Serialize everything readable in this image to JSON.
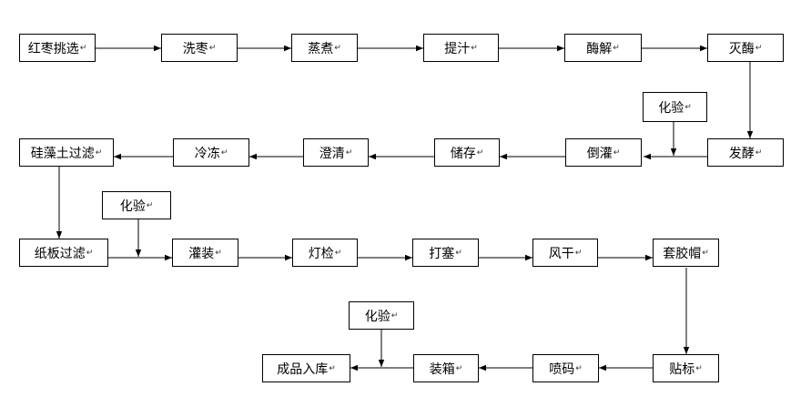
{
  "nodes": {
    "jujube_selection": "红枣挑选",
    "wash": "洗枣",
    "steam": "蒸煮",
    "extract": "提汁",
    "enzymolysis": "酶解",
    "enzyme_kill": "灭酶",
    "test_1": "化验",
    "ferment": "发酵",
    "decant": "倒灌",
    "store": "储存",
    "clarify": "澄清",
    "freeze": "冷冻",
    "diatomite_filter": "硅藻土过滤",
    "test_2": "化验",
    "paper_filter": "纸板过滤",
    "filling": "灌装",
    "light_check": "灯检",
    "corking": "打塞",
    "air_dry": "风干",
    "capping": "套胶帽",
    "labeling": "贴标",
    "test_3": "化验",
    "inkjet": "喷码",
    "boxing": "装箱",
    "warehouse": "成品入库"
  },
  "paragraph_mark": "↵"
}
